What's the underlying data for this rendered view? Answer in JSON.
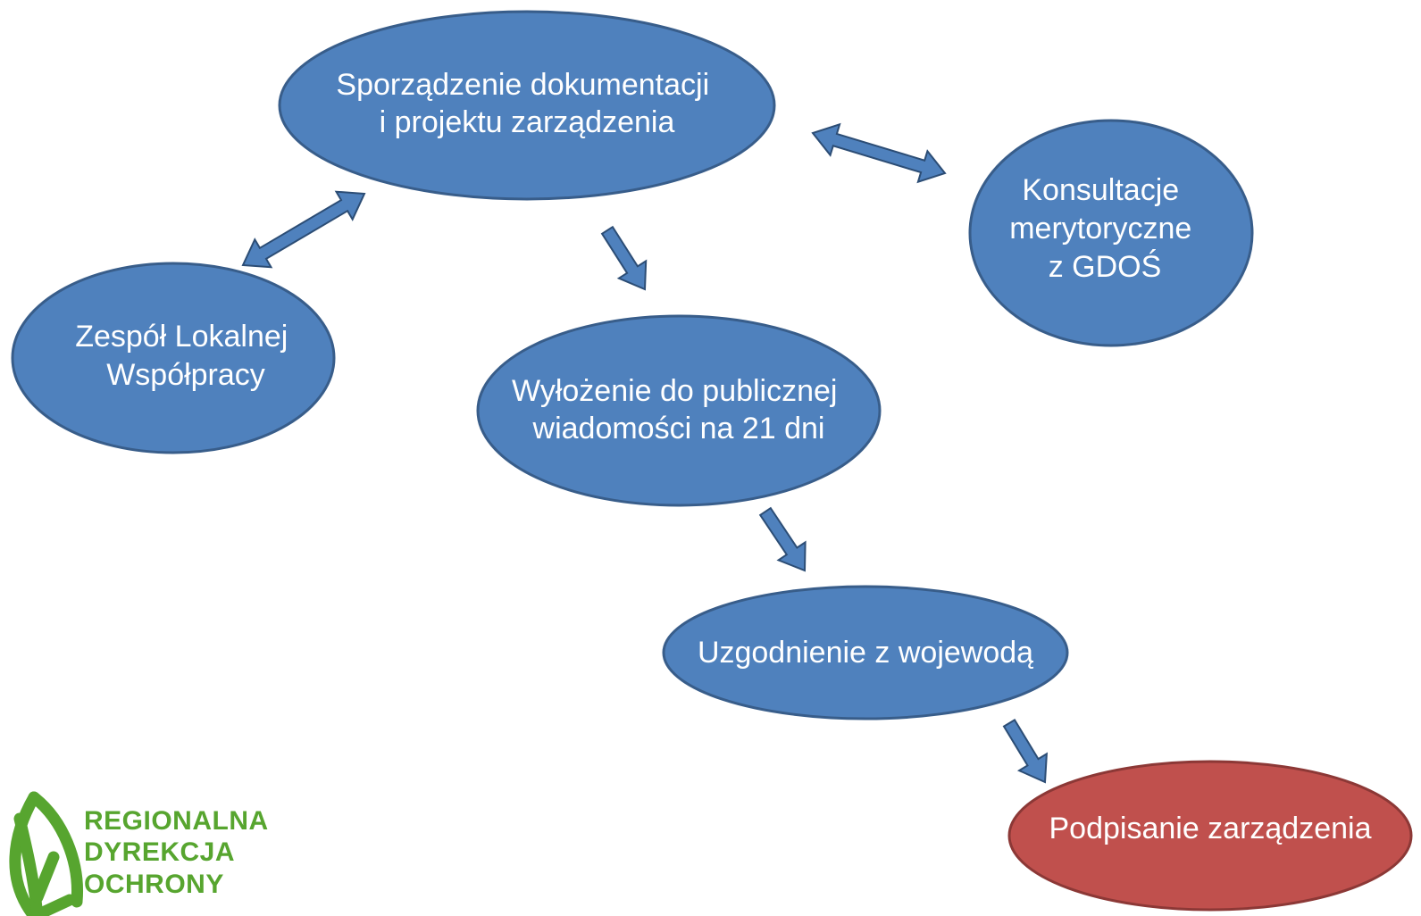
{
  "diagram": {
    "nodes": {
      "sporzadzenie": {
        "lines": [
          "Sporządzenie dokumentacji",
          "i projektu zarządzenia"
        ],
        "fill": "#4f81bd"
      },
      "konsultacje": {
        "lines": [
          "Konsultacje",
          "merytoryczne",
          "z GDOŚ"
        ],
        "fill": "#4f81bd"
      },
      "zespol": {
        "lines": [
          "Zespół Lokalnej",
          "Współpracy"
        ],
        "fill": "#4f81bd"
      },
      "wylozenie": {
        "lines": [
          "Wyłożenie do publicznej",
          "wiadomości na 21 dni"
        ],
        "fill": "#4f81bd"
      },
      "uzgodnienie": {
        "lines": [
          "Uzgodnienie z wojewodą"
        ],
        "fill": "#4f81bd"
      },
      "podpisanie": {
        "lines": [
          "Podpisanie zarządzenia"
        ],
        "fill": "#c0504d"
      }
    },
    "edges": [
      {
        "from": "sporzadzenie",
        "to": "konsultacje",
        "direction": "both"
      },
      {
        "from": "sporzadzenie",
        "to": "zespol",
        "direction": "both"
      },
      {
        "from": "sporzadzenie",
        "to": "wylozenie",
        "direction": "forward"
      },
      {
        "from": "wylozenie",
        "to": "uzgodnienie",
        "direction": "forward"
      },
      {
        "from": "uzgodnienie",
        "to": "podpisanie",
        "direction": "forward"
      }
    ],
    "colors": {
      "node_stroke": "#385d8a",
      "arrow_fill": "#4f81bd",
      "arrow_stroke": "#2c4d75",
      "final_stroke": "#8c3836"
    }
  },
  "logo": {
    "lines": [
      "REGIONALNA",
      "DYREKCJA",
      "OCHRONY"
    ],
    "color": "#57a52f"
  }
}
